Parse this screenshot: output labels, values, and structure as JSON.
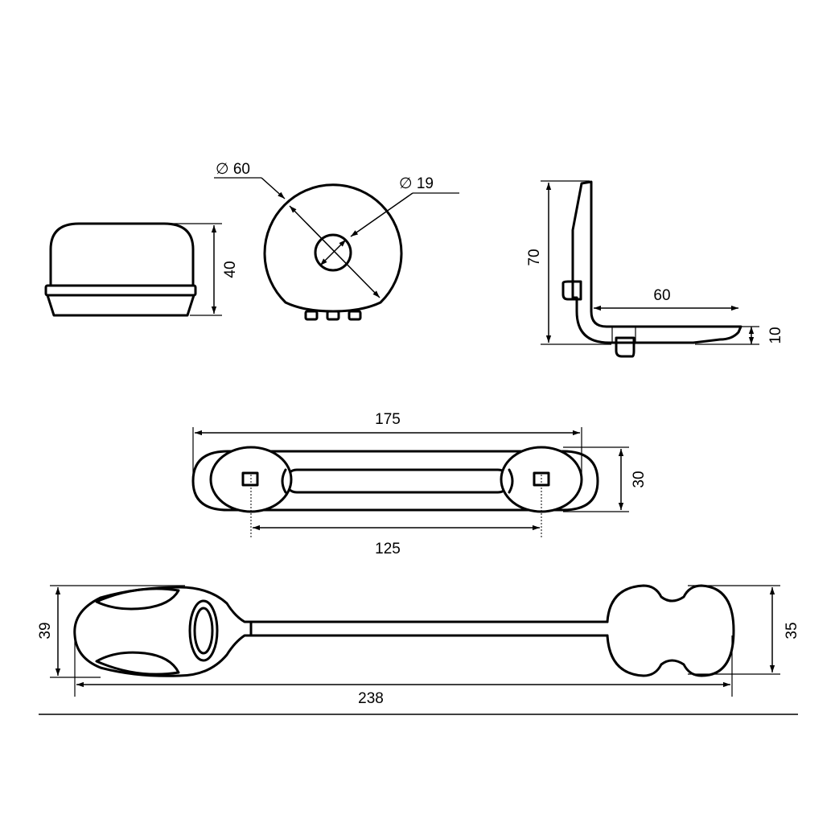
{
  "dimensions": {
    "cap_height": "40",
    "disc_outer_diameter": "∅ 60",
    "disc_hole_diameter": "∅ 19",
    "bracket_height": "70",
    "bracket_length": "60",
    "bracket_thickness": "10",
    "strap_length": "175",
    "strap_width": "30",
    "strap_hole_spacing": "125",
    "lock_height": "39",
    "lock_end_height": "35",
    "lock_total_length": "238"
  },
  "colors": {
    "line": "#000000",
    "background": "#ffffff"
  }
}
